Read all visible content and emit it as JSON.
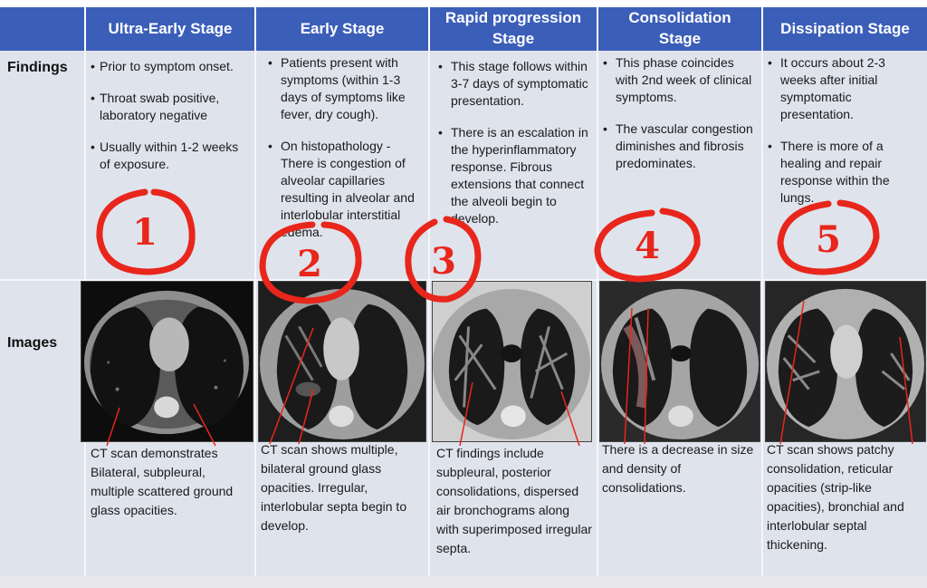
{
  "header": {
    "columns": [
      {
        "label_1": "Ultra-Early Stage",
        "label_2": ""
      },
      {
        "label_1": "Early Stage",
        "label_2": ""
      },
      {
        "label_1": "Rapid progression",
        "label_2": "Stage"
      },
      {
        "label_1": "Consolidation",
        "label_2": "Stage"
      },
      {
        "label_1": "Dissipation Stage",
        "label_2": ""
      }
    ]
  },
  "rows": {
    "findings_label": "Findings",
    "images_label": "Images"
  },
  "findings": [
    [
      "Prior to symptom onset.",
      "Throat swab positive, laboratory negative",
      "Usually within 1-2 weeks of exposure."
    ],
    [
      "Patients present with symptoms (within 1-3 days of symptoms like fever, dry cough).",
      "On histopathology - There is congestion of alveolar capillaries resulting in alveolar and interlobular interstitial edema."
    ],
    [
      "This stage follows within 3-7 days of symptomatic presentation.",
      "There is an escalation in the hyperinflammatory response. Fibrous extensions that connect the alveoli begin to develop."
    ],
    [
      "This phase coincides with 2nd week of clinical symptoms.",
      "The vascular congestion diminishes and fibrosis predominates."
    ],
    [
      "It occurs about 2-3 weeks after initial symptomatic presentation.",
      "There is more of a healing and repair response within the lungs."
    ]
  ],
  "captions": [
    "CT scan demonstrates Bilateral, subpleural, multiple scattered ground glass opacities.",
    "CT scan shows multiple, bilateral ground glass opacities. Irregular, interlobular septa begin to develop.",
    "CT findings include subpleural, posterior consolidations, dispersed air bronchograms along with superimposed irregular septa.",
    "There is a decrease in size and density of consolidations.",
    "CT scan shows patchy consolidation, reticular opacities (strip-like opacities), bronchial and interlobular septal thickening."
  ],
  "annotations": [
    "1",
    "2",
    "3",
    "4",
    "5"
  ],
  "footer": "",
  "colors": {
    "header_blue": "#3b5eb8",
    "cell_bg": "#dfe3ec",
    "annotation_red": "#e8261b"
  }
}
